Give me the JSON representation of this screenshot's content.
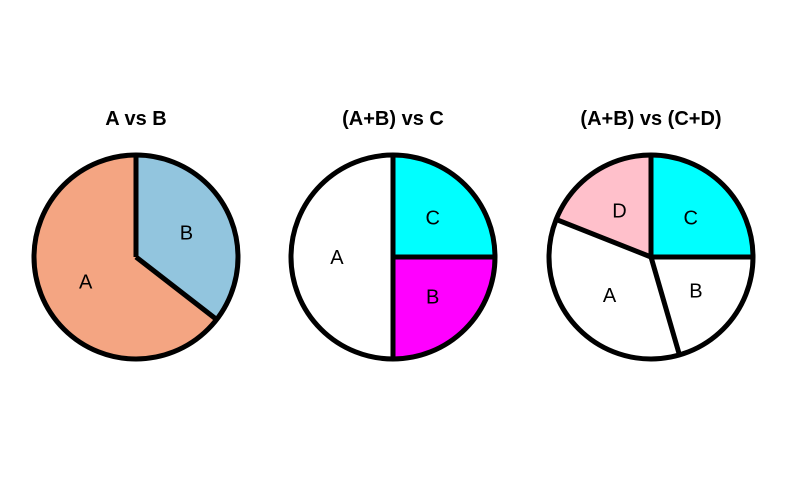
{
  "chart_data": [
    {
      "type": "pie",
      "title": "A vs B",
      "start": "12 o'clock",
      "direction": "clockwise",
      "slices": [
        {
          "label": "B",
          "value": 35.5,
          "color": "#92C5DE"
        },
        {
          "label": "A",
          "value": 64.5,
          "color": "#F4A582"
        }
      ]
    },
    {
      "type": "pie",
      "title": "(A+B) vs C",
      "start": "12 o'clock",
      "direction": "clockwise",
      "slices": [
        {
          "label": "C",
          "value": 25,
          "color": "#00FFFF"
        },
        {
          "label": "B",
          "value": 25,
          "color": "#FF00FF"
        },
        {
          "label": "A",
          "value": 50,
          "color": "#FFFFFF"
        }
      ]
    },
    {
      "type": "pie",
      "title": "(A+B) vs (C+D)",
      "start": "12 o'clock",
      "direction": "clockwise",
      "slices": [
        {
          "label": "C",
          "value": 25,
          "color": "#00FFFF"
        },
        {
          "label": "B",
          "value": 20.5,
          "color": "#FFFFFF"
        },
        {
          "label": "A",
          "value": 35.5,
          "color": "#FFFFFF"
        },
        {
          "label": "D",
          "value": 19,
          "color": "#FFC0CB"
        }
      ]
    }
  ]
}
